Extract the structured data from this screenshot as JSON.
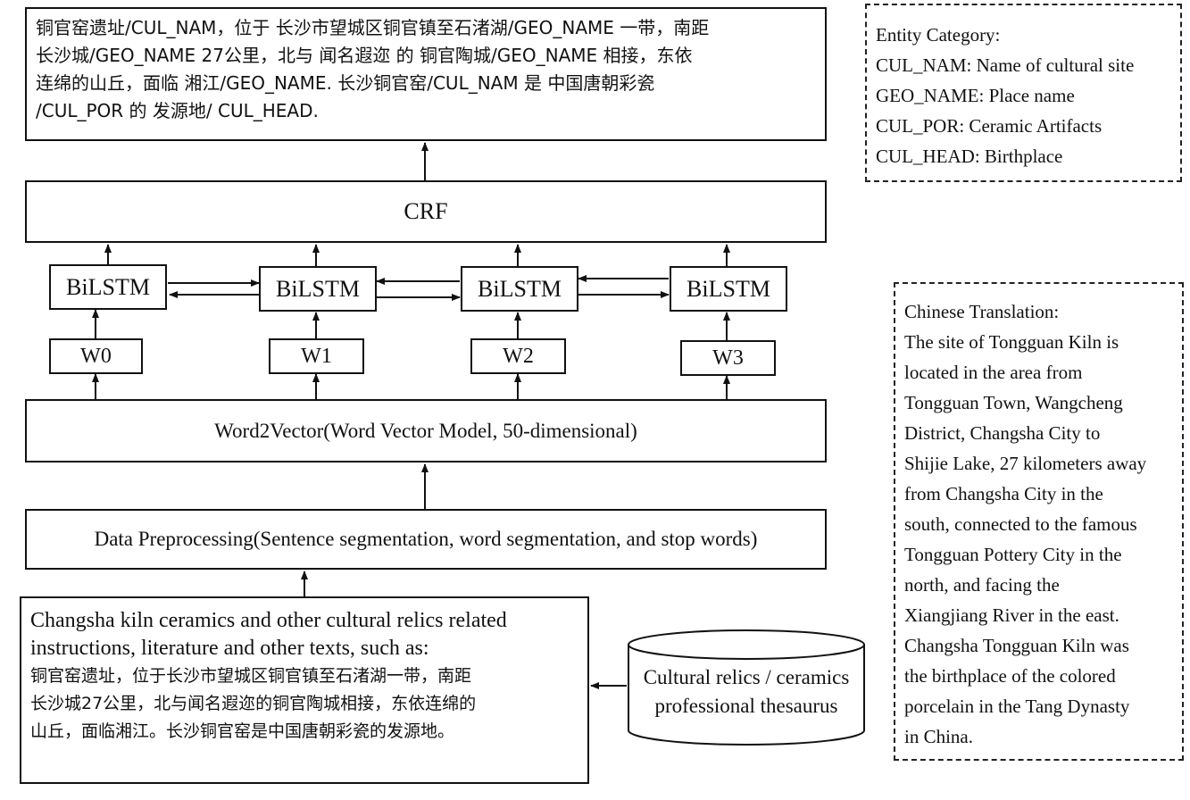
{
  "output": {
    "lines": [
      "铜官窑遗址/CUL_NAM，位于 长沙市望城区铜官镇至石渚湖/GEO_NAME 一带，南距",
      "长沙城/GEO_NAME 27公里，北与 闻名遐迩 的 铜官陶城/GEO_NAME 相接，东依",
      "连绵的山丘，面临 湘江/GEO_NAME. 长沙铜官窑/CUL_NAM 是 中国唐朝彩瓷",
      "/CUL_POR 的 发源地/ CUL_HEAD."
    ]
  },
  "crf": {
    "label": "CRF"
  },
  "bilstm": {
    "labels": [
      "BiLSTM",
      "BiLSTM",
      "BiLSTM",
      "BiLSTM"
    ]
  },
  "words": {
    "labels": [
      "W0",
      "W1",
      "W2",
      "W3"
    ]
  },
  "word2vec": {
    "label": "Word2Vector(Word Vector Model, 50-dimensional)"
  },
  "preprocessing": {
    "label": "Data Preprocessing(Sentence segmentation, word segmentation, and stop words)"
  },
  "source": {
    "en_lines": [
      "Changsha kiln ceramics and other cultural relics related",
      "instructions, literature and other texts, such as:"
    ],
    "zh_lines": [
      "铜官窑遗址，位于长沙市望城区铜官镇至石渚湖一带，南距",
      "长沙城27公里，北与闻名遐迩的铜官陶城相接，东依连绵的",
      "山丘，面临湘江。长沙铜官窑是中国唐朝彩瓷的发源地。"
    ]
  },
  "thesaurus": {
    "lines": [
      "Cultural relics / ceramics",
      "professional thesaurus"
    ]
  },
  "entity_category": {
    "title": "Entity Category:",
    "items": [
      "CUL_NAM: Name of cultural site",
      "GEO_NAME: Place name",
      "CUL_POR: Ceramic Artifacts",
      "CUL_HEAD: Birthplace"
    ]
  },
  "translation": {
    "title": "Chinese Translation:",
    "lines": [
      "The site of Tongguan Kiln is",
      "located in the area from",
      "Tongguan Town, Wangcheng",
      "District, Changsha City to",
      "Shijie Lake, 27 kilometers away",
      "from Changsha City in the",
      "south, connected to the famous",
      "Tongguan Pottery City in the",
      "north, and facing the",
      "Xiangjiang River in the east.",
      "Changsha Tongguan Kiln was",
      "the birthplace of the colored",
      "porcelain in the Tang Dynasty",
      "in China."
    ]
  }
}
